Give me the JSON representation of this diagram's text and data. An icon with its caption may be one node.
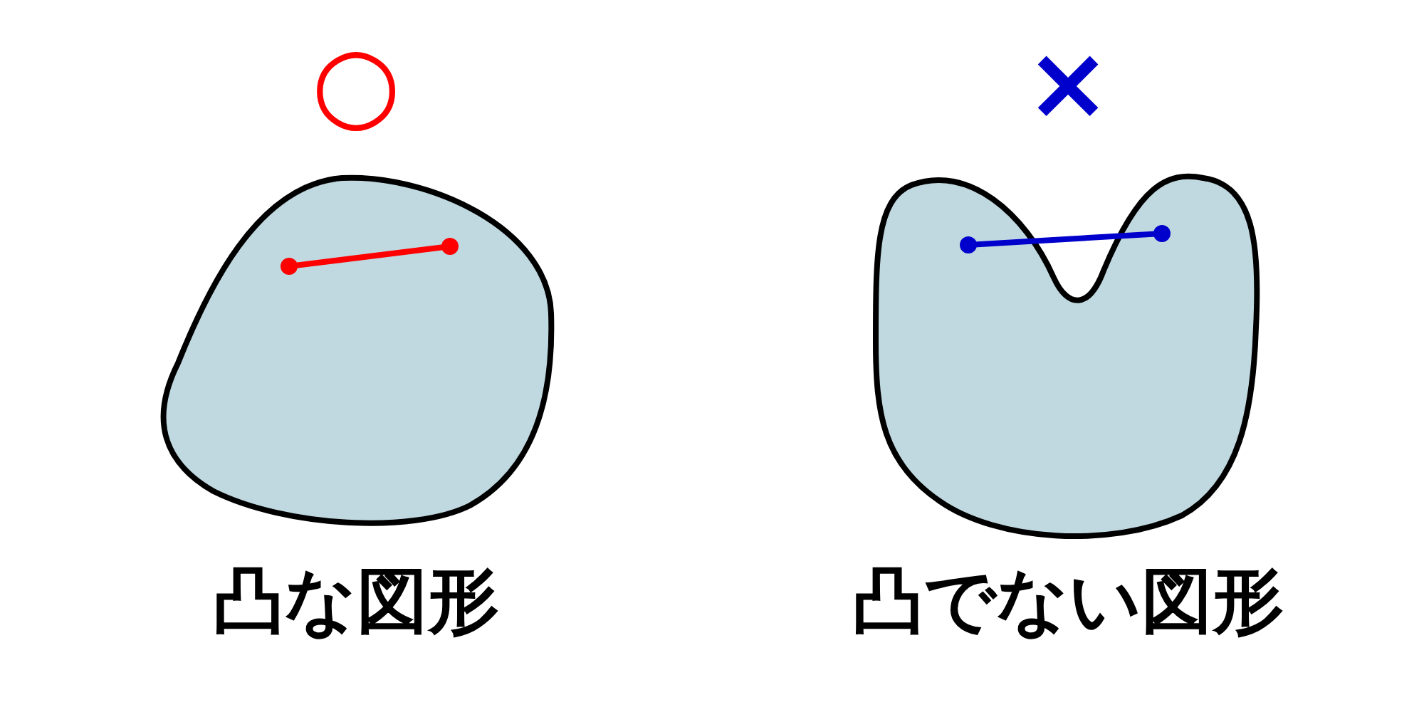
{
  "diagram": {
    "nodes": [
      {
        "text": [],
        "shape": "blob",
        "beside": [
          "○",
          "凸な図形"
        ]
      },
      {
        "text": [],
        "shape": "blob",
        "beside": [
          "×",
          "凸でない図形"
        ]
      }
    ]
  }
}
